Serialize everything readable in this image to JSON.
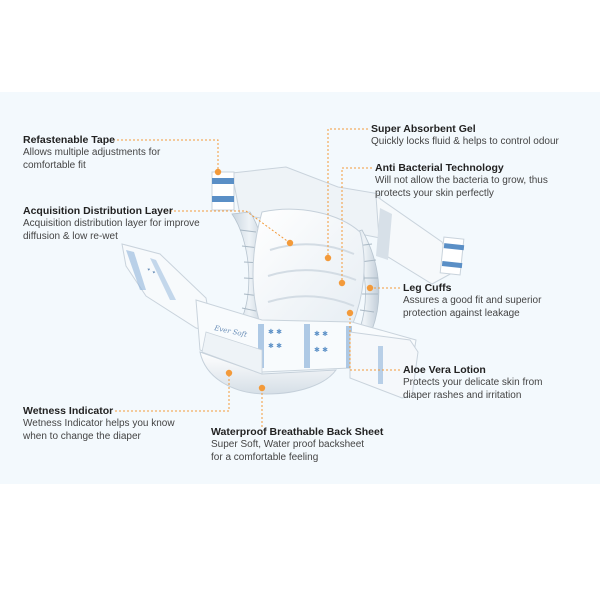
{
  "colors": {
    "accent": "#f39a3a",
    "background_panel": "#f3f9fd",
    "diaper_blue": "#5a8fc6"
  },
  "diaper": {
    "brand_mark": "Ever Soft"
  },
  "callouts": [
    {
      "id": "refastenable-tape",
      "title": "Refastenable Tape",
      "lines": [
        "Allows multiple adjustments for",
        "comfortable fit"
      ]
    },
    {
      "id": "acquisition-distribution-layer",
      "title": "Acquisition Distribution Layer",
      "lines": [
        "Acquisition distribution layer for improve",
        "diffusion & low re-wet"
      ]
    },
    {
      "id": "wetness-indicator",
      "title": "Wetness Indicator",
      "lines": [
        "Wetness Indicator helps you know",
        "when to change the diaper"
      ]
    },
    {
      "id": "waterproof-back-sheet",
      "title": "Waterproof Breathable Back Sheet",
      "lines": [
        "Super Soft, Water proof backsheet",
        "for a comfortable feeling"
      ]
    },
    {
      "id": "super-absorbent-gel",
      "title": "Super Absorbent Gel",
      "lines": [
        "Quickly locks fluid & helps to control odour"
      ]
    },
    {
      "id": "anti-bacterial-technology",
      "title": "Anti Bacterial Technology",
      "lines": [
        "Will not allow the bacteria to grow, thus",
        "protects your skin perfectly"
      ]
    },
    {
      "id": "leg-cuffs",
      "title": "Leg Cuffs",
      "lines": [
        "Assures a good fit and superior",
        "protection against leakage"
      ]
    },
    {
      "id": "aloe-vera-lotion",
      "title": "Aloe Vera Lotion",
      "lines": [
        "Protects your delicate skin from",
        "diaper rashes and irritation"
      ]
    }
  ]
}
